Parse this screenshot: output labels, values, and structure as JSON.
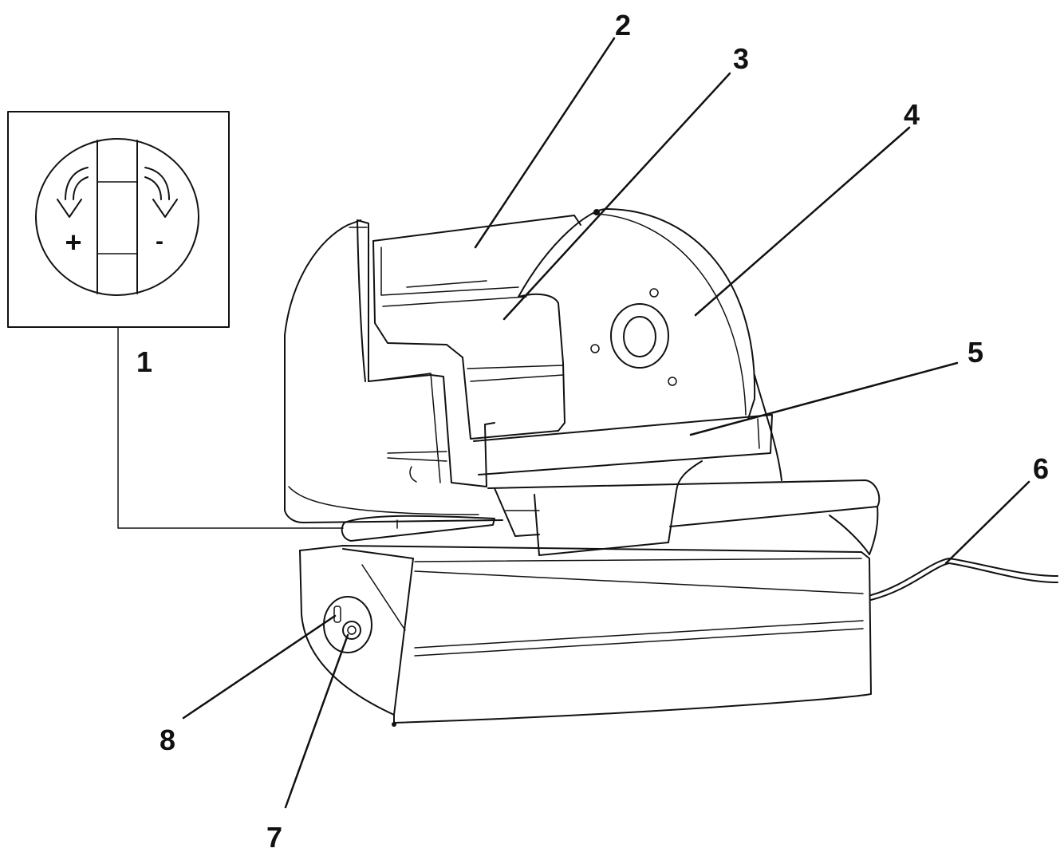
{
  "callouts": [
    {
      "id": "1",
      "label": "1"
    },
    {
      "id": "2",
      "label": "2"
    },
    {
      "id": "3",
      "label": "3"
    },
    {
      "id": "4",
      "label": "4"
    },
    {
      "id": "5",
      "label": "5"
    },
    {
      "id": "6",
      "label": "6"
    },
    {
      "id": "7",
      "label": "7"
    },
    {
      "id": "8",
      "label": "8"
    }
  ],
  "inset": {
    "plus_sign": "+",
    "minus_sign": "-",
    "icons": [
      "arrow-counterclockwise-icon",
      "arrow-clockwise-icon"
    ]
  },
  "colors": {
    "line": "#111111",
    "background": "#ffffff"
  }
}
